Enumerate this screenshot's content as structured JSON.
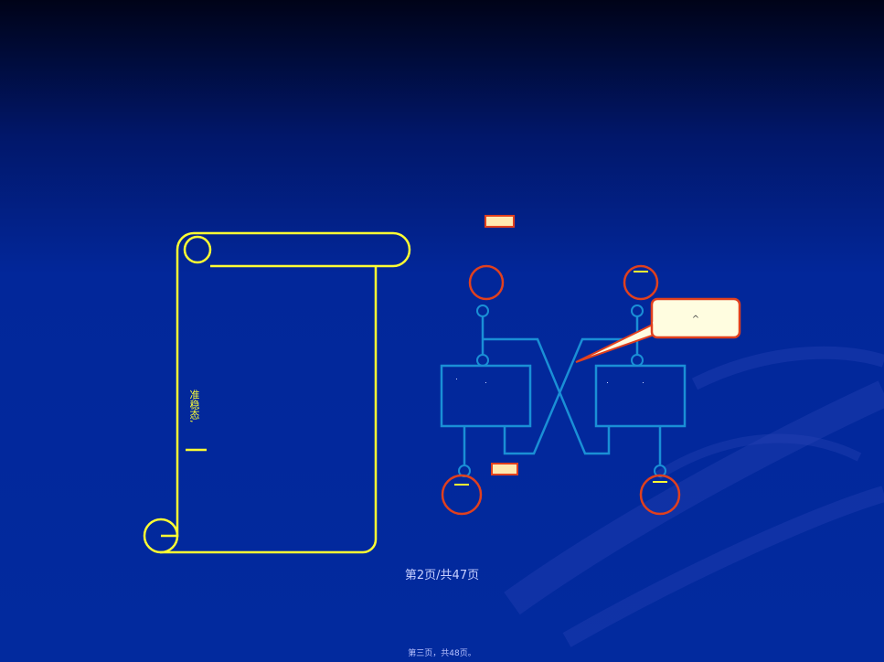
{
  "slide": {
    "page_counter": "第2页/共47页",
    "footer_note": "第三页，共48页。",
    "scroll_text": "准稳态,",
    "callout_text": "^"
  },
  "colors": {
    "background_top": "#000318",
    "background_main": "#022a9e",
    "scroll_outline": "#ffff33",
    "circuit_line": "#1a8fd6",
    "node_circle": "#e0401e",
    "label_box_fill": "#ffe9b0",
    "callout_fill": "#fffde0"
  }
}
